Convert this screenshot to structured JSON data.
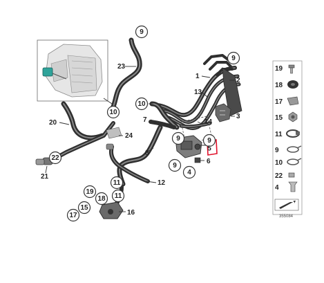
{
  "callouts": {
    "c9_top": "9",
    "c9_right": "9",
    "c10_mid": "10",
    "c10_left": "10",
    "c9_center": "9",
    "c9_valve": "9",
    "c5": "5",
    "c9_lower": "9",
    "c4": "4",
    "c22": "22",
    "c11_a": "11",
    "c11_b": "11",
    "c19": "19",
    "c18": "18",
    "c15": "15",
    "c17": "17"
  },
  "labels": {
    "l23": "23",
    "l1": "1",
    "l2": "2",
    "l13": "13",
    "l3": "3",
    "l7": "7",
    "l14": "14",
    "l20": "20",
    "l24": "24",
    "l8": "8",
    "l6": "6",
    "l21": "21",
    "l12": "12",
    "l16": "16"
  },
  "side_panel": {
    "items": [
      {
        "num": "19",
        "part": "screw-icon"
      },
      {
        "num": "18",
        "part": "grommet-icon"
      },
      {
        "num": "17",
        "part": "bracket-clip-icon"
      },
      {
        "num": "15",
        "part": "nut-icon"
      },
      {
        "num": "11",
        "part": "hose-clamp-icon"
      },
      {
        "num": "9",
        "part": "spring-clamp-icon"
      },
      {
        "num": "10",
        "part": "spring-clamp-icon"
      },
      {
        "num": "22",
        "part": "plug-icon"
      },
      {
        "num": "4",
        "part": "expanding-rivet-icon"
      },
      {
        "num": "",
        "part": "arrow-icon"
      }
    ]
  },
  "diagram_code": "355084",
  "highlight_color": "#e0102a"
}
